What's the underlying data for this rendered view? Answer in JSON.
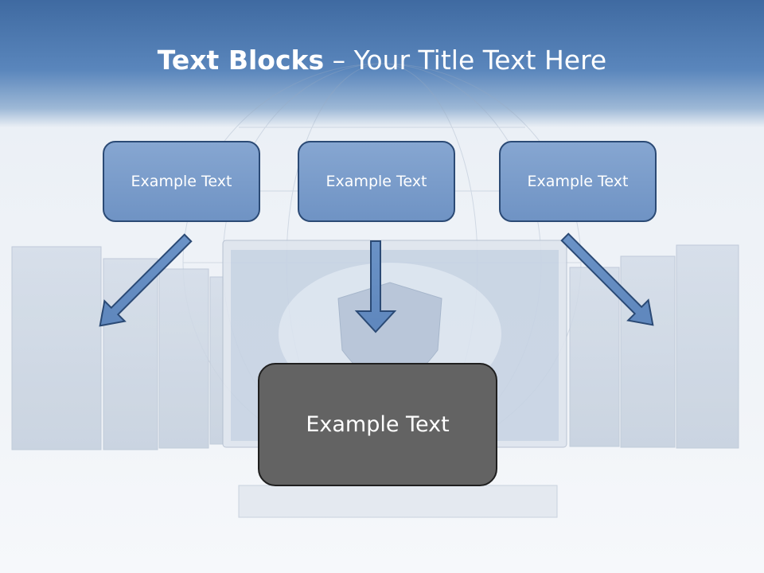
{
  "title": {
    "bold": "Text Blocks",
    "rest": " – Your Title Text Here"
  },
  "boxes": [
    {
      "label": "Example Text"
    },
    {
      "label": "Example Text"
    },
    {
      "label": "Example Text"
    }
  ],
  "center": {
    "label": "Example Text"
  },
  "colors": {
    "title_band": "#4f7ab3",
    "box_fill": "#7a9dcb",
    "box_border": "#2b4a75",
    "center_fill": "#636363",
    "arrow": "#6b93c8"
  }
}
